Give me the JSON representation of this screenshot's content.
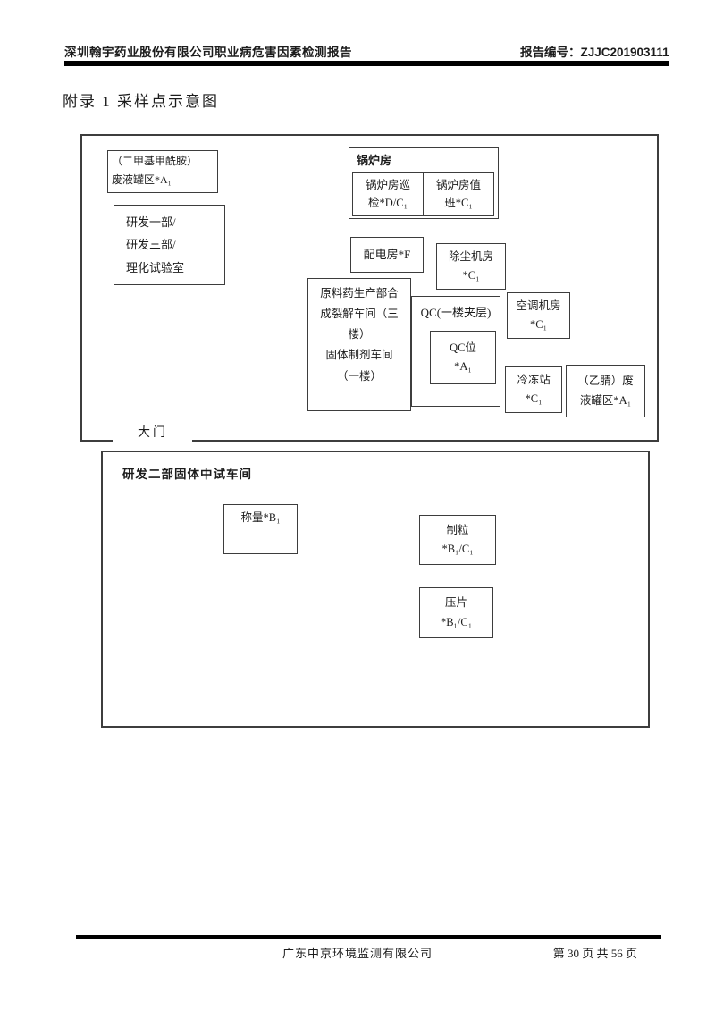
{
  "header": {
    "title": "深圳翰宇药业股份有限公司职业病危害因素检测报告",
    "report_no": "报告编号：ZJJC201903111"
  },
  "appendix_title": "附录 1 采样点示意图",
  "diagram": {
    "factory_area": {
      "gate_label": "大门",
      "dmf_tank": {
        "lines": [
          "（二甲基甲酰胺）",
          "废液罐区*A₁"
        ]
      },
      "rd_labs": {
        "lines": [
          "研发一部/",
          "研发三部/",
          "理化试验室"
        ]
      },
      "boiler_room": {
        "title": "锅炉房",
        "cells": [
          {
            "lines": [
              "锅炉房巡",
              "检*D/C₁"
            ]
          },
          {
            "lines": [
              "锅炉房值",
              "班*C₁"
            ]
          }
        ]
      },
      "power_room": {
        "lines": [
          "配电房*F"
        ]
      },
      "dust_room": {
        "lines": [
          "除尘机房",
          "*C₁"
        ]
      },
      "api_workshop": {
        "lines": [
          "原料药生产部合",
          "成裂解车间（三",
          "楼）",
          "固体制剂车间",
          "（一楼）"
        ]
      },
      "qc_area": {
        "title": "QC(一楼夹层)",
        "qc_spot": {
          "lines": [
            "QC位",
            "*A₁"
          ]
        }
      },
      "hvac_room": {
        "lines": [
          "空调机房",
          "*C₁"
        ]
      },
      "freezer_station": {
        "lines": [
          "冷冻站",
          "*C₁"
        ]
      },
      "acn_tank": {
        "lines": [
          "（乙腈）废",
          "液罐区*A₁"
        ]
      }
    },
    "pilot_area": {
      "title": "研发二部固体中试车间",
      "weighing": {
        "lines": [
          "称量*B₁"
        ]
      },
      "granulation": {
        "lines": [
          "制粒",
          "*B₁/C₁"
        ]
      },
      "tableting": {
        "lines": [
          "压片",
          "*B₁/C₁"
        ]
      }
    }
  },
  "footer": {
    "company": "广东中京环境监测有限公司",
    "page_info": "第 30 页 共 56 页"
  }
}
